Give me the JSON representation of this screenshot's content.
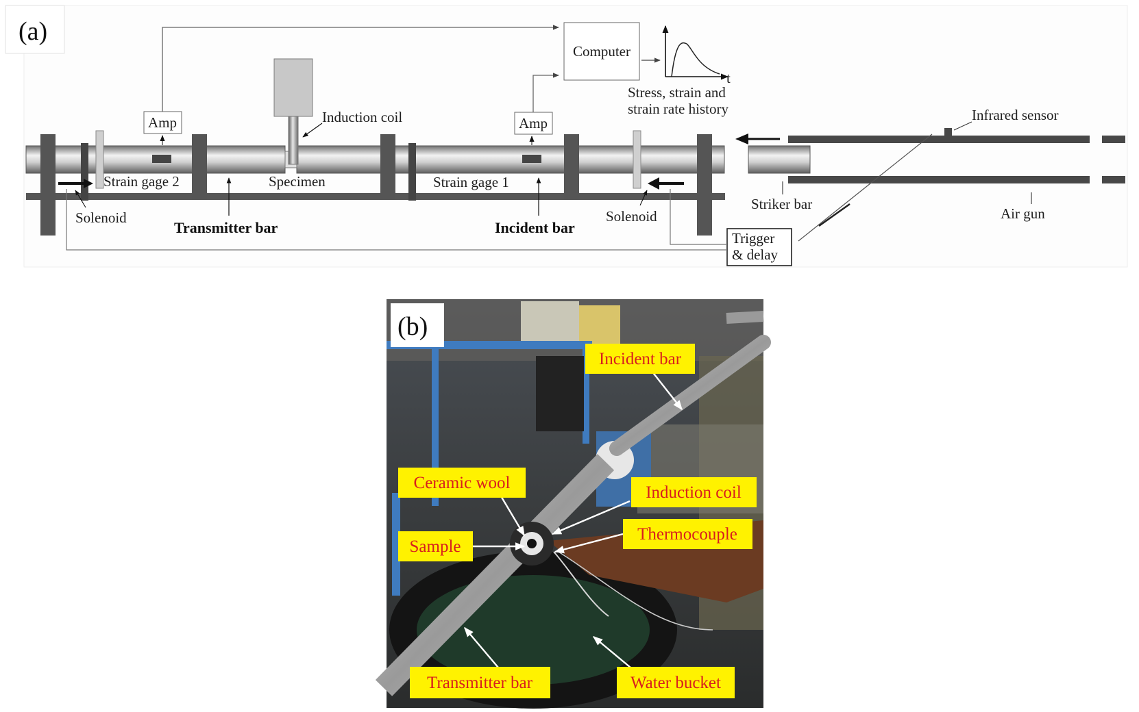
{
  "panel_a": {
    "panel_label": "(a)",
    "labels": {
      "computer": "Computer",
      "amp_left": "Amp",
      "amp_right": "Amp",
      "induction_coil": "Induction coil",
      "stress_history_line1": "Stress, strain and",
      "stress_history_line2": "strain rate history",
      "time_axis": "t",
      "infrared_sensor": "Infrared sensor",
      "strain_gage_2": "Strain gage 2",
      "specimen": "Specimen",
      "strain_gage_1": "Strain gage 1",
      "solenoid_left": "Solenoid",
      "solenoid_right": "Solenoid",
      "transmitter_bar": "Transmitter bar",
      "incident_bar": "Incident bar",
      "striker_bar": "Striker bar",
      "air_gun": "Air gun",
      "trigger_line1": "Trigger",
      "trigger_line2": "& delay"
    },
    "colors": {
      "bar_dark": "#4a4a4a",
      "rail": "#565656",
      "stroke": "#666666"
    }
  },
  "panel_b": {
    "panel_label": "(b)",
    "labels": {
      "incident_bar": "Incident bar",
      "ceramic_wool": "Ceramic wool",
      "induction_coil": "Induction coil",
      "thermocouple": "Thermocouple",
      "sample": "Sample",
      "transmitter_bar": "Transmitter bar",
      "water_bucket": "Water bucket"
    },
    "colors": {
      "label_bg": "#fff200",
      "label_text": "#d81e1e",
      "pointer": "#ffffff"
    }
  }
}
